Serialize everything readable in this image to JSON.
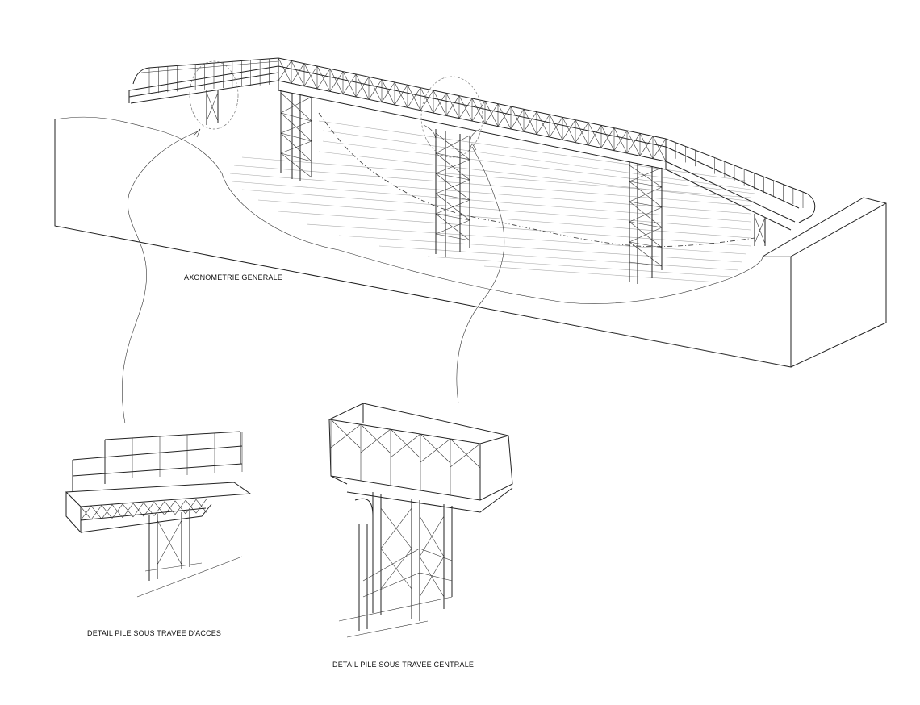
{
  "labels": {
    "general": "AXONOMETRIE GENERALE",
    "detail_access": "DETAIL PILE SOUS TRAVEE D'ACCES",
    "detail_central": "DETAIL PILE SOUS TRAVEE CENTRALE"
  }
}
